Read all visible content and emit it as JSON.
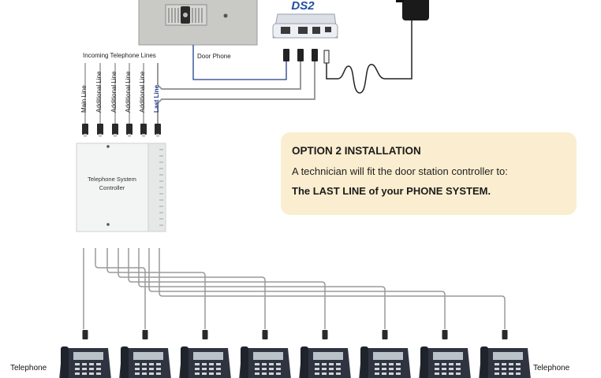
{
  "labels": {
    "incoming_lines": "Incoming Telephone Lines",
    "door_phone": "Door Phone",
    "controller_line1": "Telephone System",
    "controller_line2": "Controller",
    "handset_left": "Telephone",
    "handset_right": "Telephone",
    "ds2_logo": "DS2"
  },
  "line_labels": [
    {
      "text": "Main Line",
      "highlight": false
    },
    {
      "text": "Additional Line",
      "highlight": false
    },
    {
      "text": "Additional Line",
      "highlight": false
    },
    {
      "text": "Additional Line",
      "highlight": false
    },
    {
      "text": "Additional Line",
      "highlight": false
    },
    {
      "text": "Last Line",
      "highlight": true
    }
  ],
  "option": {
    "title": "OPTION 2 INSTALLATION",
    "line1": "A technician will fit the door station controller to:",
    "line2": "The LAST LINE of your PHONE SYSTEM."
  },
  "handset_count": 8,
  "colors": {
    "option_bg": "#fbeed0",
    "door_phone_wire": "#1f3f8c",
    "cable": "#9a9a9a",
    "logo_blue": "#1f4fa0"
  }
}
